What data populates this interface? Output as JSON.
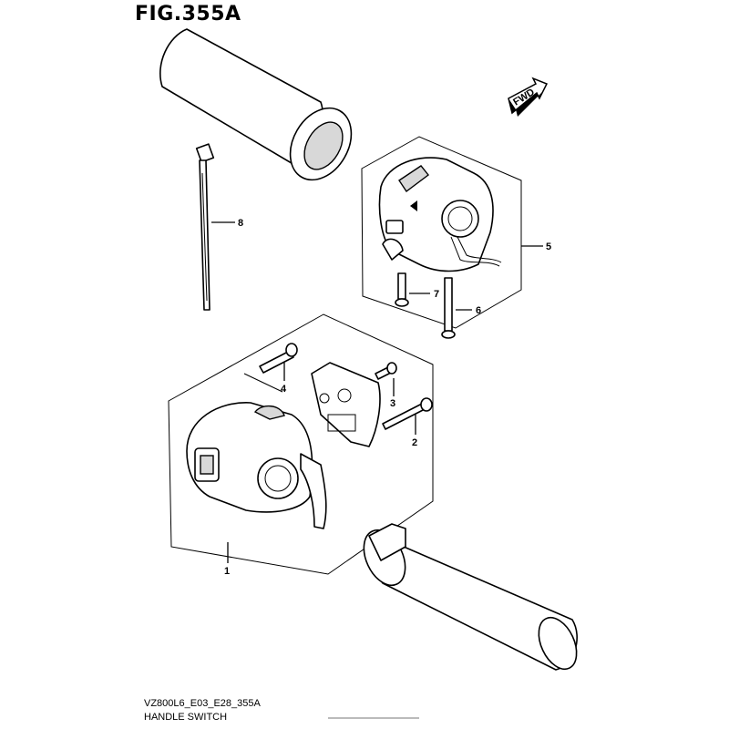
{
  "title": "FIG.355A",
  "footer": {
    "model_code": "VZ800L6_E03_E28_355A",
    "section_name": "HANDLE SWITCH"
  },
  "direction_badge": "FWD",
  "callouts": [
    {
      "id": "1",
      "label": "1"
    },
    {
      "id": "2",
      "label": "2"
    },
    {
      "id": "3",
      "label": "3"
    },
    {
      "id": "4",
      "label": "4"
    },
    {
      "id": "5",
      "label": "5"
    },
    {
      "id": "6",
      "label": "6"
    },
    {
      "id": "7",
      "label": "7"
    },
    {
      "id": "8",
      "label": "8"
    }
  ],
  "icons": [
    "fwd-arrow-icon"
  ]
}
